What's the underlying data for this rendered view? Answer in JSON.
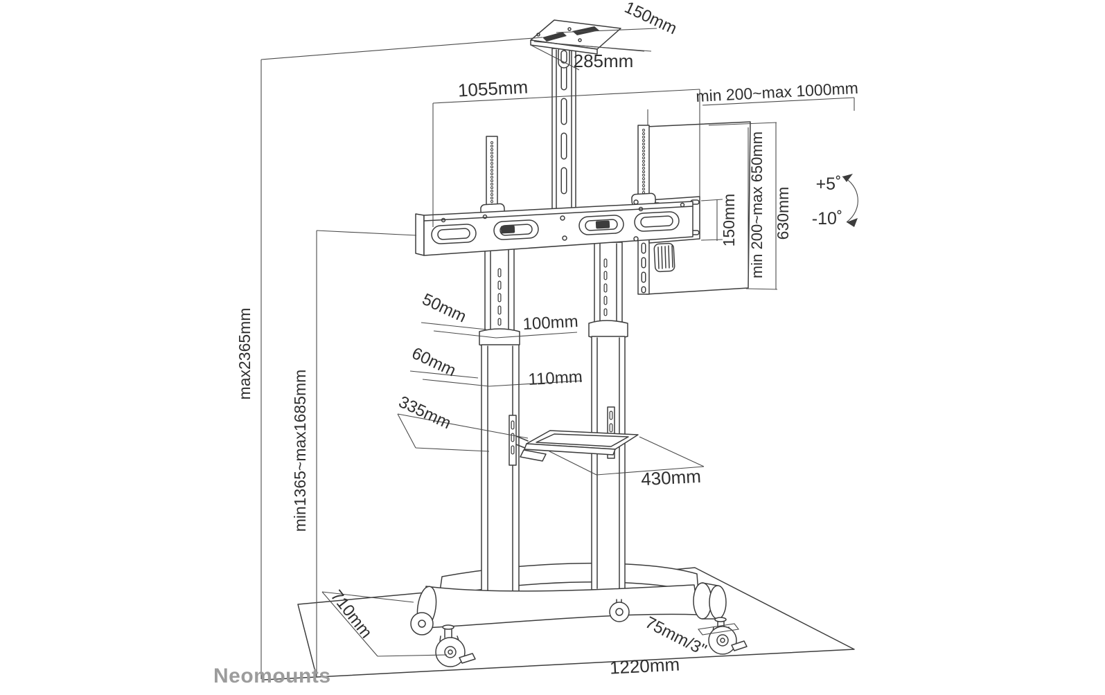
{
  "drawing": {
    "background": "#ffffff",
    "line_color": "#3c3c3c",
    "dimension_line_color": "#4a4a4a",
    "label_color": "#2f2f2f",
    "subject": "mobile TV floor stand technical drawing"
  },
  "brand": {
    "name": "Neomounts",
    "color": "#9c9c9c"
  },
  "labels": {
    "tray_depth": "150mm",
    "tray_width": "285mm",
    "bracket_width": "1055mm",
    "rail_range": "min 200~max 1000mm",
    "total_height": "max2365mm",
    "column_height": "min1365~max1685mm",
    "upper_tube_depth": "50mm",
    "upper_tube_width": "100mm",
    "lower_tube_depth": "60mm",
    "lower_tube_width": "110mm",
    "shelf_depth": "335mm",
    "shelf_width": "430mm",
    "plate_height": "150mm",
    "vesa_range": "min 200~max 650mm",
    "panel_height": "630mm",
    "base_depth": "710mm",
    "caster_size": "75mm/3\"",
    "base_width": "1220mm",
    "tilt_up": "+5˚",
    "tilt_down": "-10˚"
  }
}
